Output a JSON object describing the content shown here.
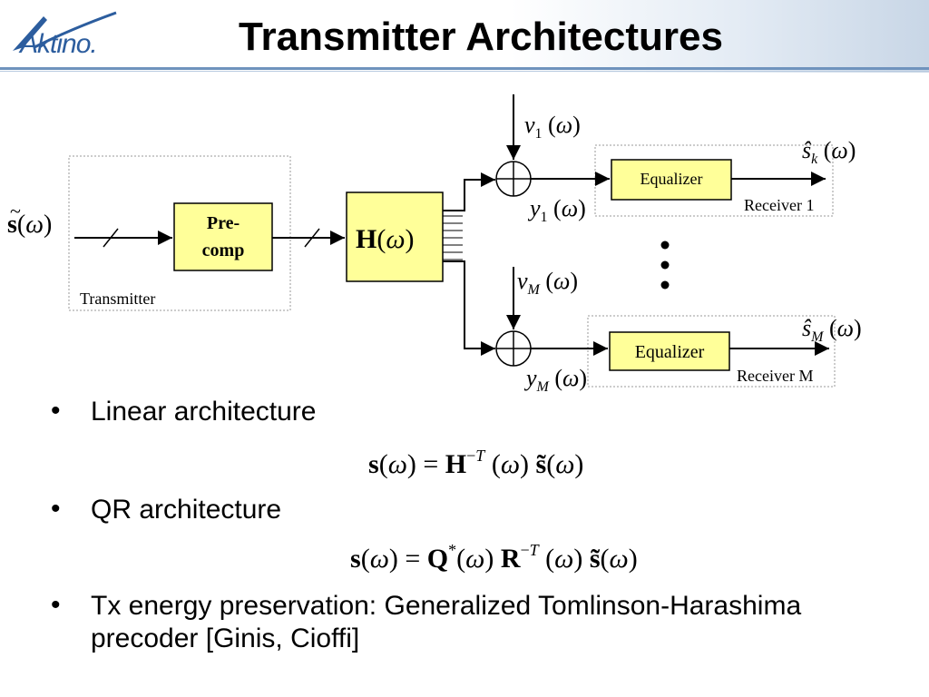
{
  "slide": {
    "logo_text": "Aktino.",
    "title": "Transmitter Architectures"
  },
  "diagram": {
    "input_signal": "s̃(ω)",
    "transmitter_label": "Transmitter",
    "precomp_line1": "Pre-",
    "precomp_line2": "comp",
    "channel_label": "H(ω)",
    "noise_top": "v1(ω)",
    "noise_bottom": "vM(ω)",
    "y_top": "y1(ω)",
    "y_bottom": "yM(ω)",
    "equalizer_top": "Equalizer",
    "equalizer_bottom": "Equalizer",
    "receiver_top": "Receiver 1",
    "receiver_bottom": "Receiver M",
    "output_top": "ŝk(ω)",
    "output_bottom": "ŝM(ω)",
    "colors": {
      "box_fill": "#ffff99",
      "box_stroke": "#000000",
      "dashed": "#9a9a9a",
      "accent": "#2c5d9e"
    }
  },
  "bullets": [
    {
      "text": "Linear architecture"
    },
    {
      "text": "QR architecture"
    },
    {
      "text": "Tx energy preservation: Generalized Tomlinson-Harashima precoder [Ginis, Cioffi]"
    }
  ],
  "equations": {
    "linear": "s(ω) = H−T(ω) s̃(ω)",
    "qr": "s(ω) = Q*(ω) R−T(ω) s̃(ω)"
  }
}
